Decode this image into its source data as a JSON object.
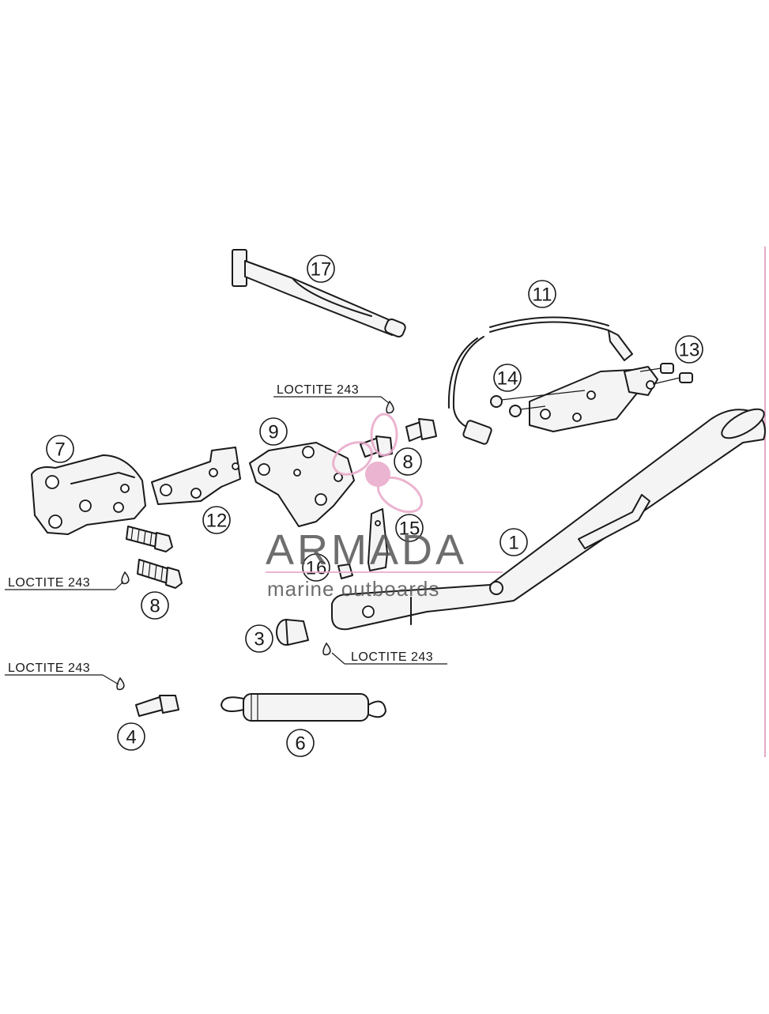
{
  "diagram": {
    "callouts": [
      {
        "id": "c1",
        "label": "1"
      },
      {
        "id": "c3",
        "label": "3"
      },
      {
        "id": "c4",
        "label": "4"
      },
      {
        "id": "c6",
        "label": "6"
      },
      {
        "id": "c7",
        "label": "7"
      },
      {
        "id": "c8a",
        "label": "8"
      },
      {
        "id": "c8b",
        "label": "8"
      },
      {
        "id": "c9",
        "label": "9"
      },
      {
        "id": "c11",
        "label": "11"
      },
      {
        "id": "c12",
        "label": "12"
      },
      {
        "id": "c13",
        "label": "13"
      },
      {
        "id": "c14",
        "label": "14"
      },
      {
        "id": "c15",
        "label": "15"
      },
      {
        "id": "c16",
        "label": "16"
      },
      {
        "id": "c17",
        "label": "17"
      }
    ],
    "notes": [
      {
        "id": "n1",
        "text": "LOCTITE 243"
      },
      {
        "id": "n2",
        "text": "LOCTITE 243"
      },
      {
        "id": "n3",
        "text": "LOCTITE 243"
      },
      {
        "id": "n4",
        "text": "LOCTITE 243"
      }
    ]
  },
  "watermark": {
    "brand": "ARMADA",
    "tagline": "marine outboards",
    "brand_color": "#555555",
    "accent_color": "#e8a8c8"
  }
}
